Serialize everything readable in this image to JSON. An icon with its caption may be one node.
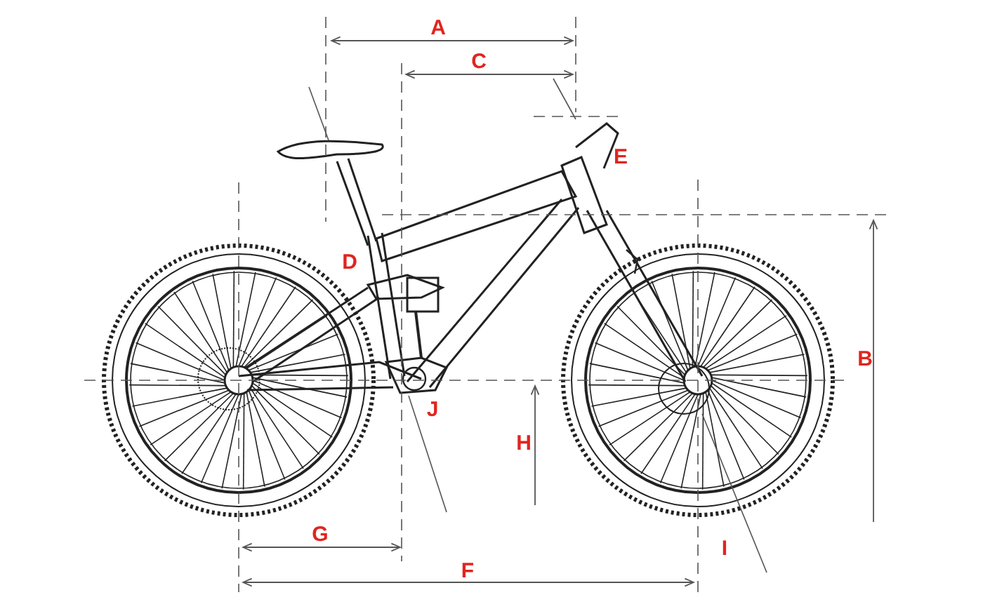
{
  "diagram": {
    "labels": [
      "A",
      "C",
      "E",
      "D",
      "B",
      "J",
      "H",
      "G",
      "I",
      "F"
    ]
  }
}
